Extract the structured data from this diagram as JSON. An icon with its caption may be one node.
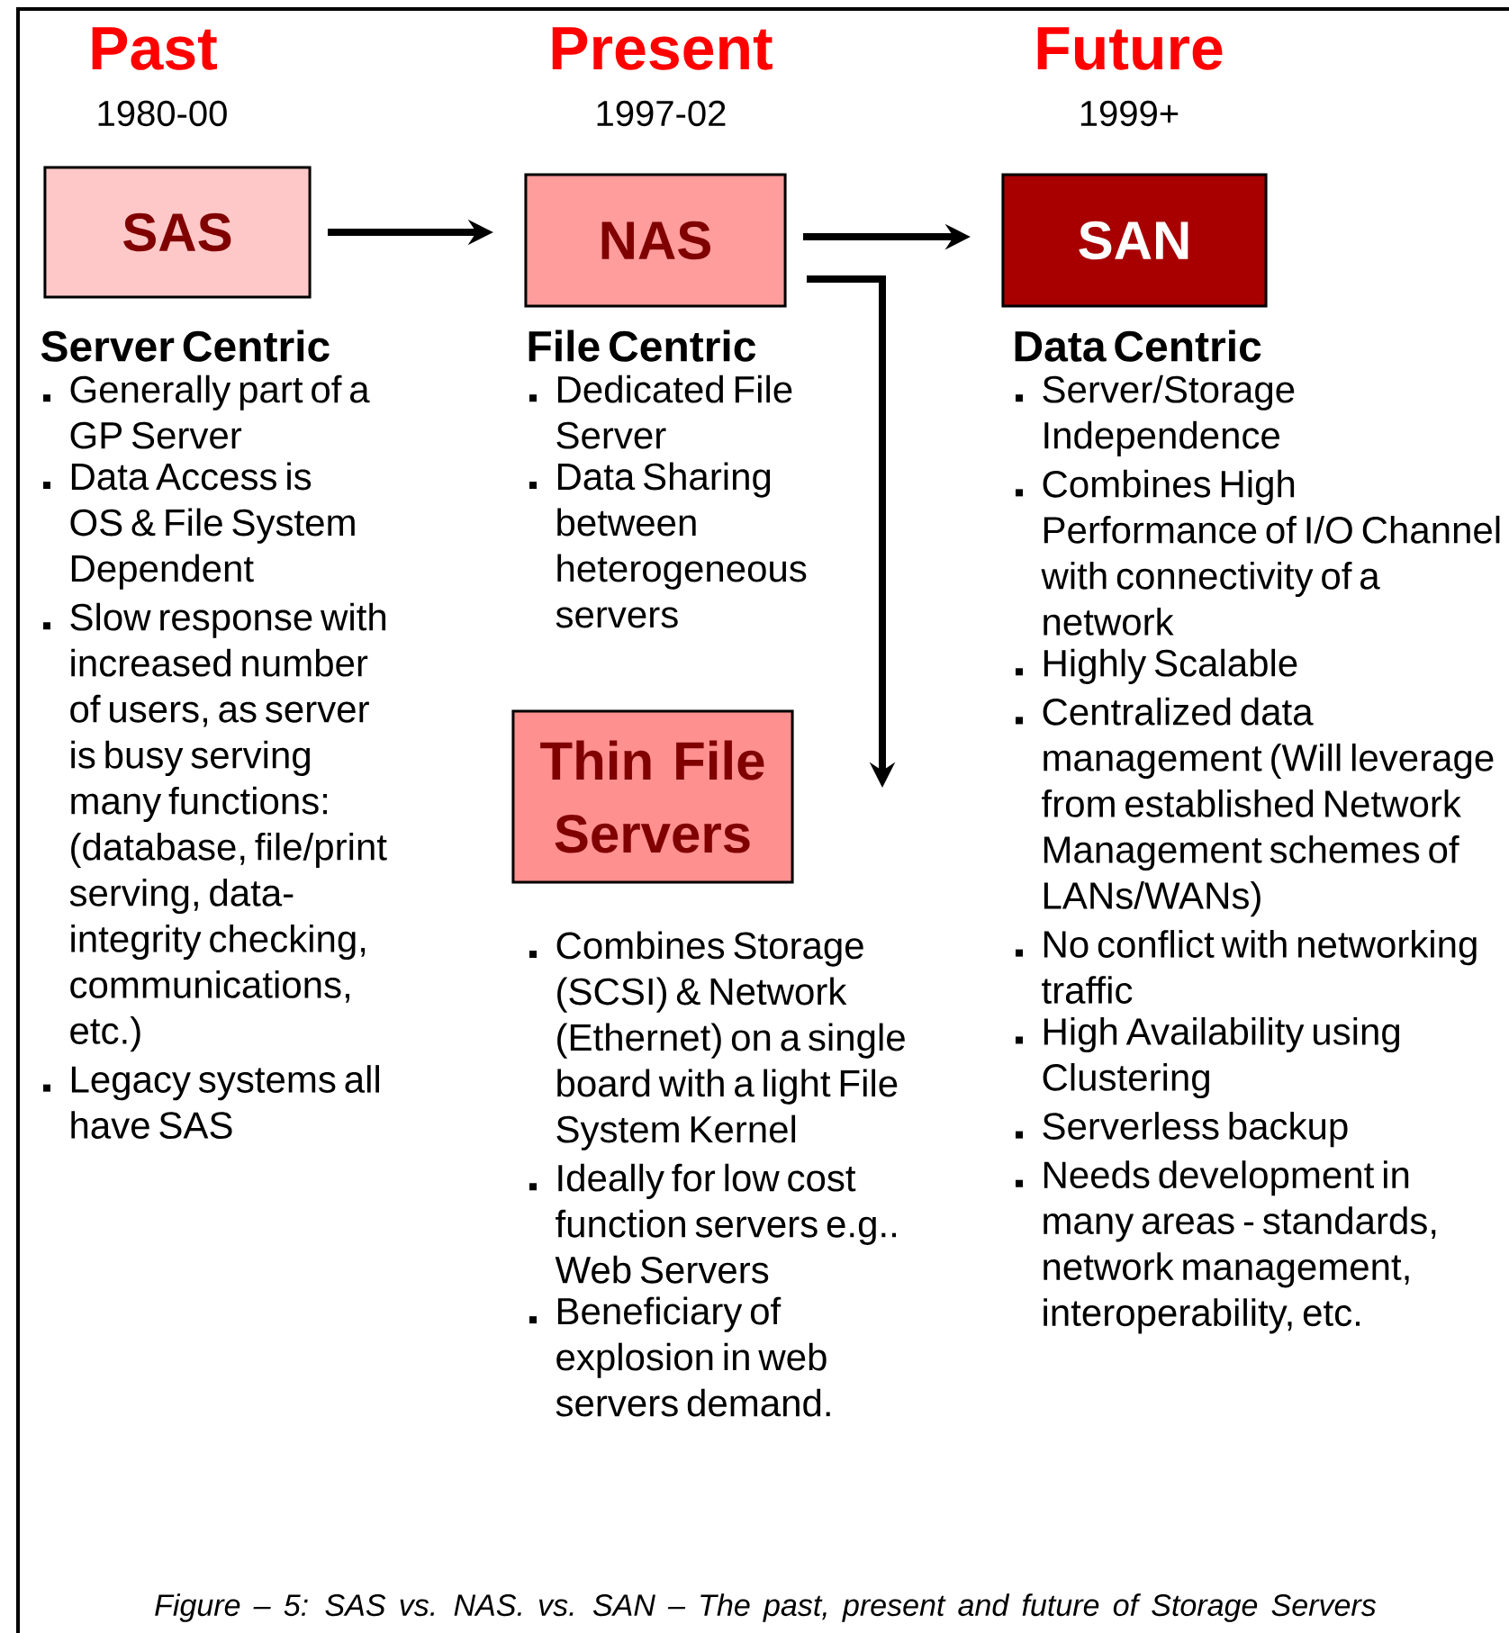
{
  "diagram": {
    "caption": "Figure – 5:  SAS vs. NAS. vs. SAN – The past, present and future of Storage Servers",
    "nodes": [
      {
        "text": [
          "SAS"
        ],
        "beside": [
          "Server Centric",
          "Generally part of a GP Server",
          "Data Access is OS & File System Dependent",
          "Slow response with increased number of users, as server is busy serving many functions: (database, file/print serving, data-integrity checking, communications, etc.)",
          "Legacy systems all have SAS"
        ]
      },
      {
        "text": [
          "NAS"
        ],
        "beside": [
          "File Centric",
          "Dedicated File Server",
          "Data Sharing between heterogeneous servers"
        ]
      },
      {
        "text": [
          "SAN"
        ],
        "beside": [
          "Data Centric",
          "Server/Storage Independence",
          "Combines High Performance of I/O Channel with connectivity of a network",
          "Highly Scalable",
          "Centralized data management (Will leverage from established Network Management schemes of LANs/WANs)",
          "No conflict with networking traffic",
          "High Availability using Clustering",
          "Serverless backup",
          "Needs development in many areas - standards, network management, interoperability, etc."
        ]
      },
      {
        "text": [
          "Thin File Servers"
        ],
        "beside": [
          "Combines Storage (SCSI) & Network (Ethernet) on a single board with a light File System Kernel",
          "Ideally for low cost function servers e.g.. Web Servers",
          "Beneficiary of explosion in web servers demand."
        ]
      }
    ],
    "edges": [
      {
        "from": 0,
        "to": 1,
        "arrow": "to"
      },
      {
        "from": 1,
        "to": 2,
        "arrow": "to"
      },
      {
        "from": 1,
        "to": 3,
        "arrow": "to"
      }
    ],
    "labels": [
      "Past",
      "1980-00",
      "Present",
      "1997-02",
      "Future",
      "1999+"
    ]
  }
}
